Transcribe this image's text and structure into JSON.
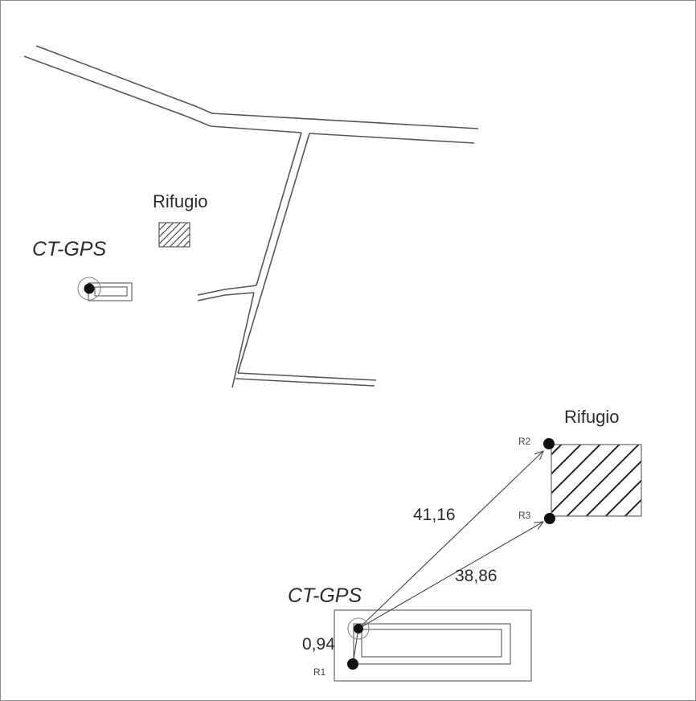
{
  "map_top": {
    "building_label": "Rifugio",
    "station_label": "CT-GPS"
  },
  "map_detail": {
    "building_label": "Rifugio",
    "station_label": "CT-GPS",
    "points": [
      {
        "id": "R1",
        "label": "R1",
        "distance": "0,94"
      },
      {
        "id": "R2",
        "label": "R2",
        "distance": "41,16"
      },
      {
        "id": "R3",
        "label": "R3",
        "distance": "38,86"
      }
    ]
  },
  "colors": {
    "line": "#555555",
    "point": "#111111",
    "text": "#2b2b2b"
  }
}
